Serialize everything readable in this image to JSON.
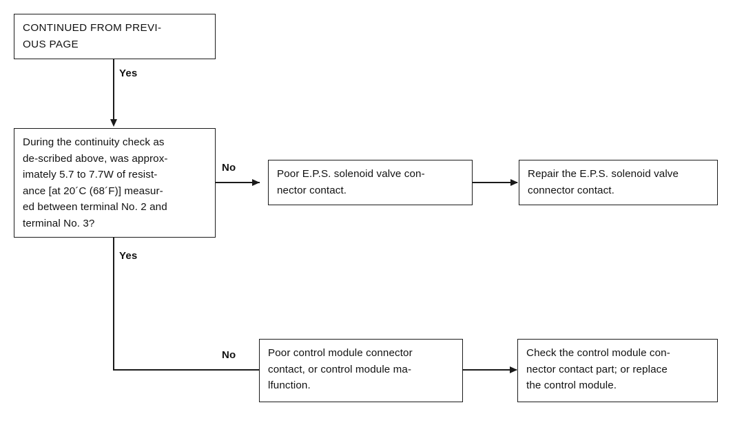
{
  "diagram": {
    "title": "E.P.S. solenoid valve continuity troubleshooting flowchart",
    "background_color": "#ffffff",
    "line_color": "#1a1a1a",
    "text_color": "#111111",
    "nodes": {
      "continued_from_previous": {
        "text": "CONTINUED FROM PREVI-\nOUS PAGE"
      },
      "continuity_question": {
        "text": "During the continuity check as\nde-scribed above, was approx-\nimately 5.7 to 7.7W of resist-\nance [at 20´C (68´F)] measur-\ned between terminal No. 2 and\nterminal No. 3?"
      },
      "poor_eps_connector": {
        "text": "Poor E.P.S. solenoid valve con-\nnector contact."
      },
      "repair_eps_connector": {
        "text": "Repair the E.P.S. solenoid valve\nconnector contact."
      },
      "poor_control_module": {
        "text": "Poor control module connector\ncontact, or control module ma-\nlfunction."
      },
      "check_control_module": {
        "text": "Check the control module con-\nnector contact part; or replace\nthe control module."
      }
    },
    "edge_labels": {
      "yes_top": "Yes",
      "no_top": "No",
      "yes_bottom": "Yes",
      "no_bottom": "No"
    }
  }
}
